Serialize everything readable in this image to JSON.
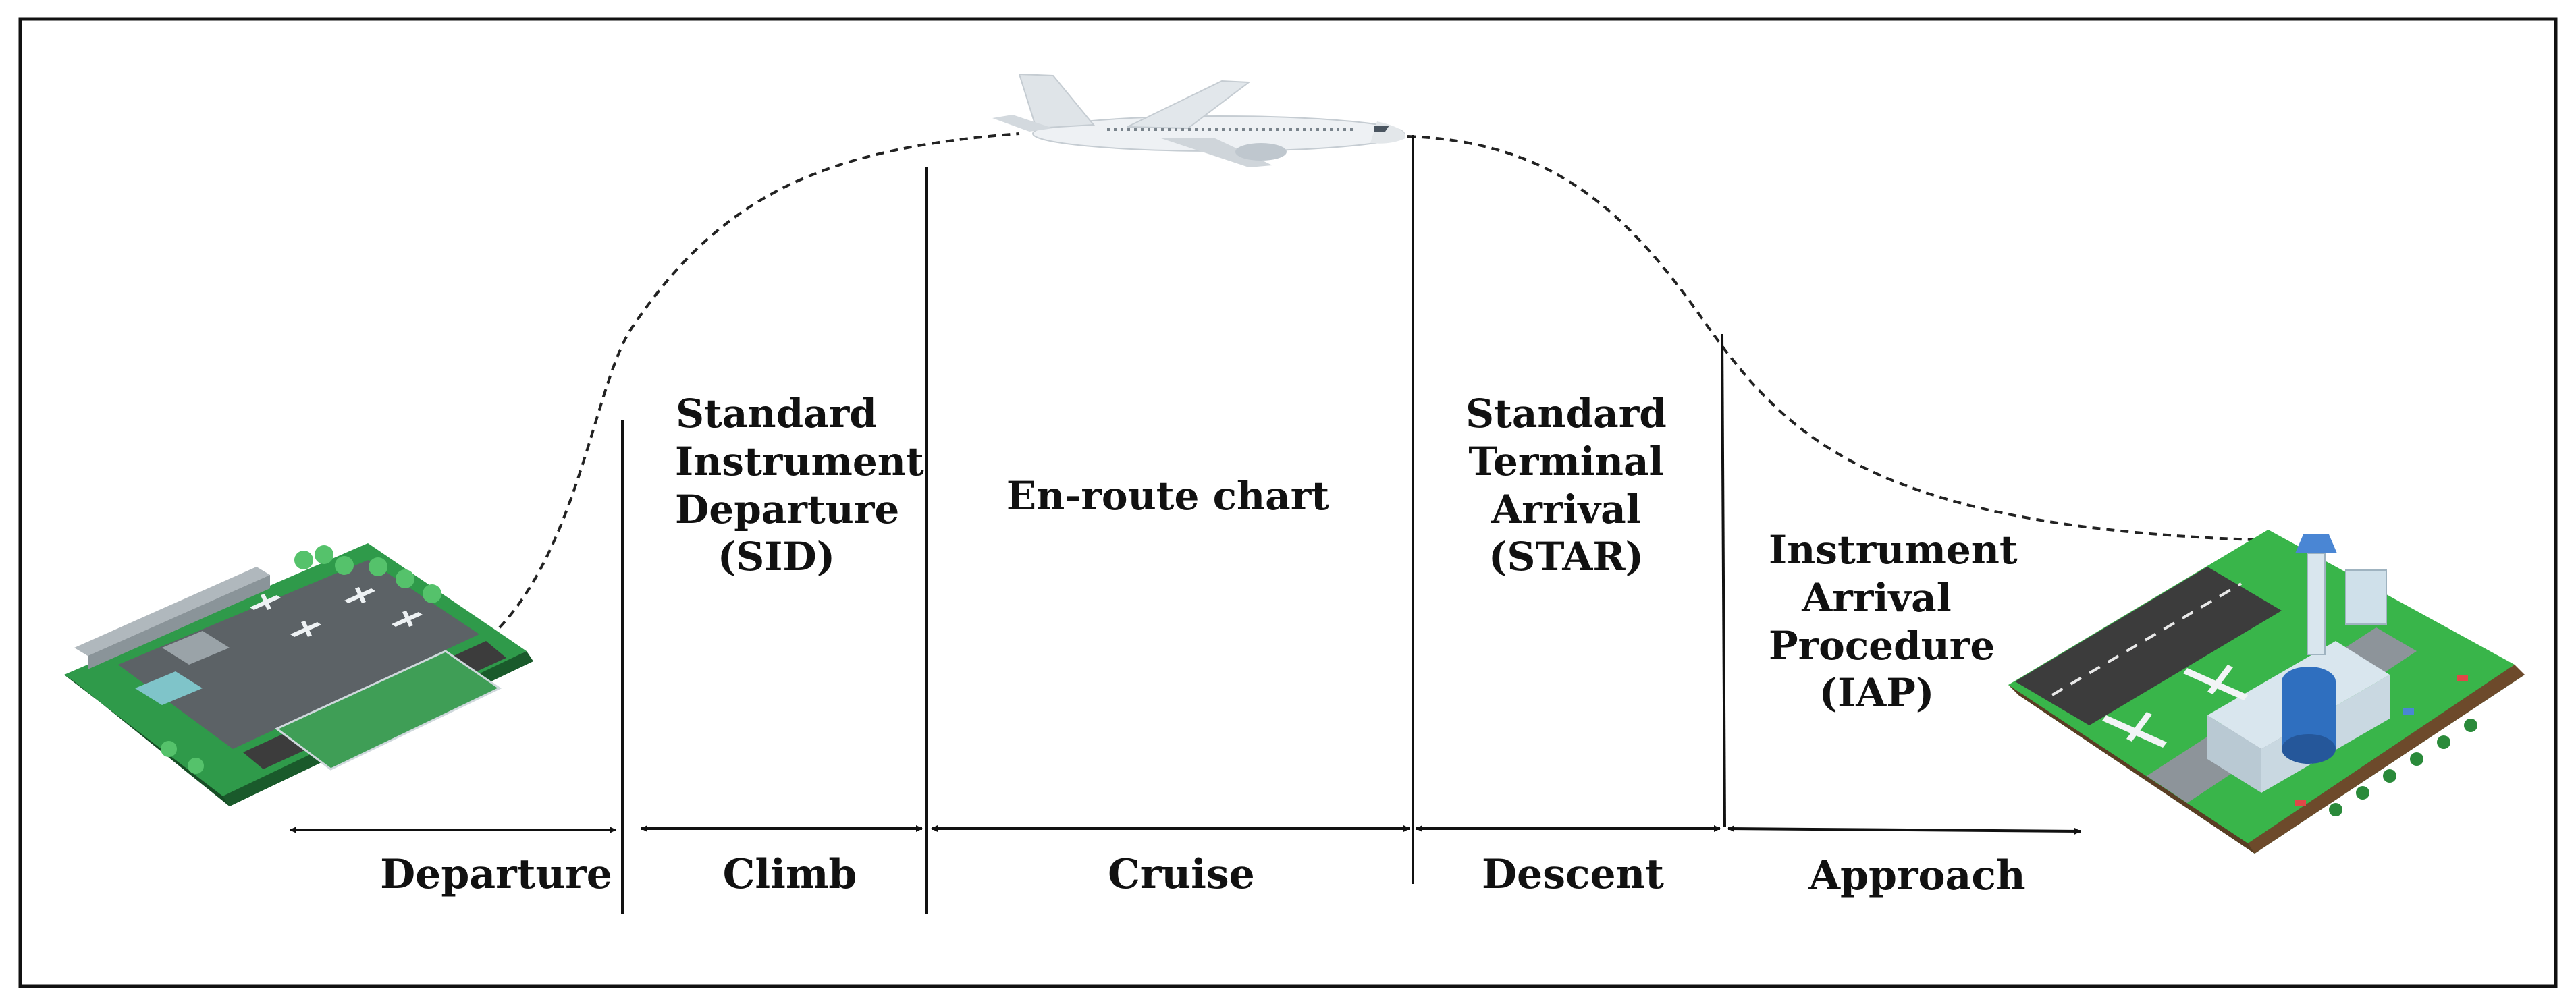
{
  "regions": [
    {
      "id": "sid",
      "lines": [
        "Standard",
        "Instrument",
        "Departure",
        "(SID)"
      ]
    },
    {
      "id": "enroute",
      "lines": [
        "En-route chart"
      ]
    },
    {
      "id": "star",
      "lines": [
        "Standard",
        "Terminal",
        "Arrival",
        "(STAR)"
      ]
    },
    {
      "id": "iap",
      "lines": [
        "Instrument",
        "Arrival",
        "Procedure",
        "(IAP)"
      ]
    }
  ],
  "phases": [
    "Departure",
    "Climb",
    "Cruise",
    "Descent",
    "Approach"
  ],
  "colors": {
    "frame": "#111111",
    "text": "#111111",
    "grass": "#2f9a4a",
    "runway": "#3c3c3c",
    "building": "#d9e6ee",
    "glass": "#2f6fbf"
  },
  "icons": {
    "departure_airport": "airport-isometric-icon",
    "aircraft": "airliner-icon",
    "arrival_airport": "airport-terminal-isometric-icon"
  }
}
